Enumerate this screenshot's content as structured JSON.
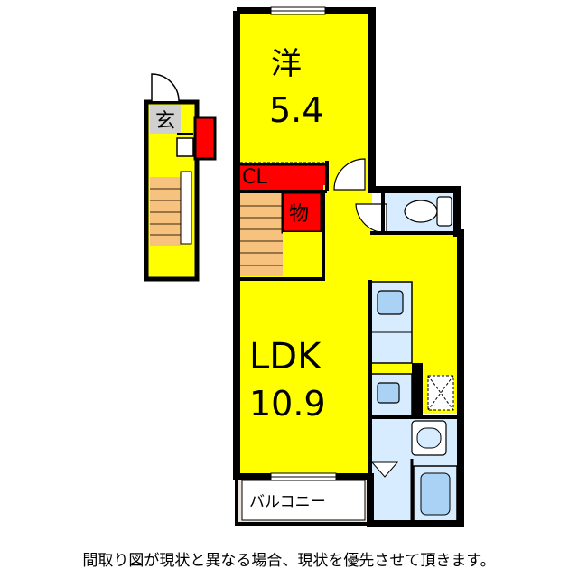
{
  "rooms": {
    "western": {
      "label": "洋",
      "size": "5.4"
    },
    "closet": "CL",
    "storage": "物",
    "entrance": "玄",
    "ldk": {
      "label": "LDK",
      "size": "10.9"
    },
    "balcony": "バルコニー"
  },
  "note": "間取り図が現状と異なる場合、現状を優先させて頂きます。",
  "colors": {
    "room_fill": "#ffff00",
    "storage_fill": "#ff0000",
    "wet_area_fill": "#d7ecff",
    "balcony_fill": "#ede6dc",
    "stairs_fill": "#f6c27e",
    "entrance_fill": "#d0d0d0",
    "wall": "#000000"
  }
}
